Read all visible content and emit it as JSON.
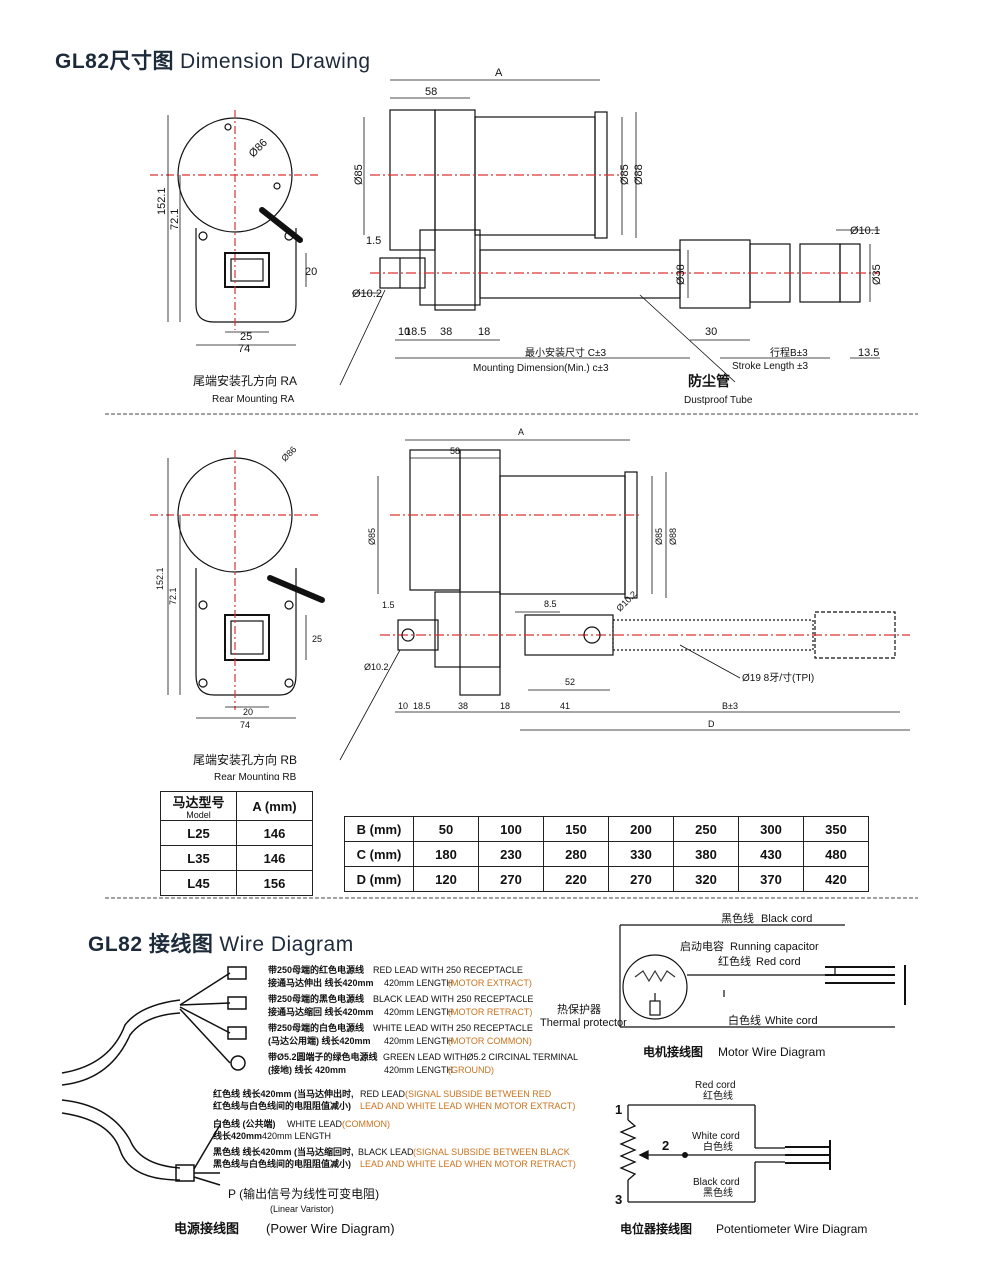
{
  "dimension_title": {
    "model_cn": "GL82尺寸图",
    "en": "Dimension Drawing"
  },
  "wire_title": {
    "model_cn": "GL82 接线图",
    "en": "Wire Diagram"
  },
  "drawing1": {
    "rear_cn": "尾端安装孔方向 RA",
    "rear_en": "Rear Mounting RA",
    "mount_cn": "最小安装尺寸 C±3",
    "mount_en": "Mounting Dimension(Min.) c±3",
    "stroke_cn": "行程B±3",
    "stroke_en": "Stroke Length ±3",
    "dust_cn": "防尘管",
    "dust_en": "Dustproof Tube",
    "dims": {
      "A": "A",
      "d58": "58",
      "d86": "Ø86",
      "d85a": "Ø85",
      "d85b": "Ø85",
      "d88": "Ø88",
      "d152": "152.1",
      "d72": "72.1",
      "d20": "20",
      "d25": "25",
      "d74": "74",
      "d15": "1.5",
      "d102": "Ø10.2",
      "d10": "10",
      "d185": "18.5",
      "d38": "38",
      "d18": "18",
      "d30": "30",
      "d38b": "Ø38",
      "d101": "Ø10.1",
      "d35": "Ø35",
      "d135": "13.5"
    }
  },
  "drawing2": {
    "rear_cn": "尾端安装孔方向 RB",
    "rear_en": "Rear Mounting RB",
    "tpi": "Ø19  8牙/寸(TPI)",
    "dims": {
      "A": "A",
      "d58": "58",
      "d86": "Ø86",
      "d85a": "Ø85",
      "d85b": "Ø85",
      "d88": "Ø88",
      "d152": "152.1",
      "d72": "72.1",
      "d25": "25",
      "d20": "20",
      "d74": "74",
      "d15": "1.5",
      "d102": "Ø10.2",
      "d85s": "8.5",
      "d102b": "Ø10.2",
      "d52": "52",
      "d10": "10",
      "d185": "18.5",
      "d38": "38",
      "d18": "18",
      "d41": "41",
      "B": "B±3",
      "D": "D"
    }
  },
  "model_table": {
    "header_cn": "马达型号",
    "header_en": "Model",
    "header_a": "A (mm)",
    "rows": [
      [
        "L25",
        "146"
      ],
      [
        "L35",
        "146"
      ],
      [
        "L45",
        "156"
      ]
    ]
  },
  "bcd_table": {
    "rows": [
      {
        "label": "B (mm)",
        "values": [
          "50",
          "100",
          "150",
          "200",
          "250",
          "300",
          "350"
        ]
      },
      {
        "label": "C (mm)",
        "values": [
          "180",
          "230",
          "280",
          "330",
          "380",
          "430",
          "480"
        ]
      },
      {
        "label": "D (mm)",
        "values": [
          "120",
          "270",
          "220",
          "270",
          "320",
          "370",
          "420"
        ]
      }
    ]
  },
  "power_wires": [
    {
      "cn1": "带250母端的红色电源线",
      "en1": "RED LEAD WITH 250 RECEPTACLE",
      "cn2": "接通马达伸出  线长420mm",
      "en2": "420mm LENGTH",
      "note": "(MOTOR EXTRACT)"
    },
    {
      "cn1": "带250母端的黑色电源线",
      "en1": "BLACK LEAD WITH 250 RECEPTACLE",
      "cn2": "接通马达缩回  线长420mm",
      "en2": "420mm LENGTH",
      "note": "(MOTOR RETRACT)"
    },
    {
      "cn1": "带250母端的白色电源线",
      "en1": "WHITE LEAD WITH 250 RECEPTACLE",
      "cn2": "(马达公用端)  线长420mm",
      "en2": "420mm LENGTH",
      "note": "(MOTOR COMMON)"
    },
    {
      "cn1": "带Ø5.2圆端子的绿色电源线",
      "en1": "GREEN LEAD WITHØ5.2 CIRCINAL TERMINAL",
      "cn2": "(接地)  线长 420mm",
      "en2": "420mm LENGTH",
      "note": "(GROUND)"
    }
  ],
  "pot_wires": [
    {
      "cn1": "红色线  线长420mm (当马达伸出时,",
      "en1": "RED LEAD",
      "note1": "(SIGNAL SUBSIDE BETWEEN RED",
      "cn2": "红色线与白色线间的电阻阻值减小)",
      "note2": "LEAD AND WHITE LEAD WHEN MOTOR EXTRACT)"
    },
    {
      "cn1": "白色线  (公共端)",
      "en1": "WHITE LEAD",
      "note1": "(COMMON)",
      "cn2": "线长420mm",
      "note2": "420mm LENGTH"
    },
    {
      "cn1": "黑色线  线长420mm (当马达缩回时,",
      "en1": "BLACK LEAD",
      "note1": "(SIGNAL SUBSIDE BETWEEN BLACK",
      "cn2": "黑色线与白色线间的电阻阻值减小)",
      "note2": "LEAD AND WHITE LEAD WHEN MOTOR RETRACT)"
    }
  ],
  "p_label": "P (输出信号为线性可变电阻)",
  "p_sub": "(Linear Varistor)",
  "power_caption_cn": "电源接线图",
  "power_caption_en": "(Power Wire Diagram)",
  "motor": {
    "black_cn": "黑色线",
    "black_en": "Black cord",
    "cap_cn": "启动电容",
    "cap_en": "Running capacitor",
    "red_cn": "红色线",
    "red_en": "Red cord",
    "thermal_cn": "热保护器",
    "thermal_en": "Thermal protector",
    "white_cn": "白色线",
    "white_en": "White cord",
    "caption_cn": "电机接线图",
    "caption_en": "Motor Wire Diagram"
  },
  "pot": {
    "red_en": "Red cord",
    "red_cn": "红色线",
    "white_en": "White cord",
    "white_cn": "白色线",
    "black_en": "Black cord",
    "black_cn": "黑色线",
    "n1": "1",
    "n2": "2",
    "n3": "3",
    "caption_cn": "电位器接线图",
    "caption_en": "Potentiometer Wire Diagram"
  }
}
